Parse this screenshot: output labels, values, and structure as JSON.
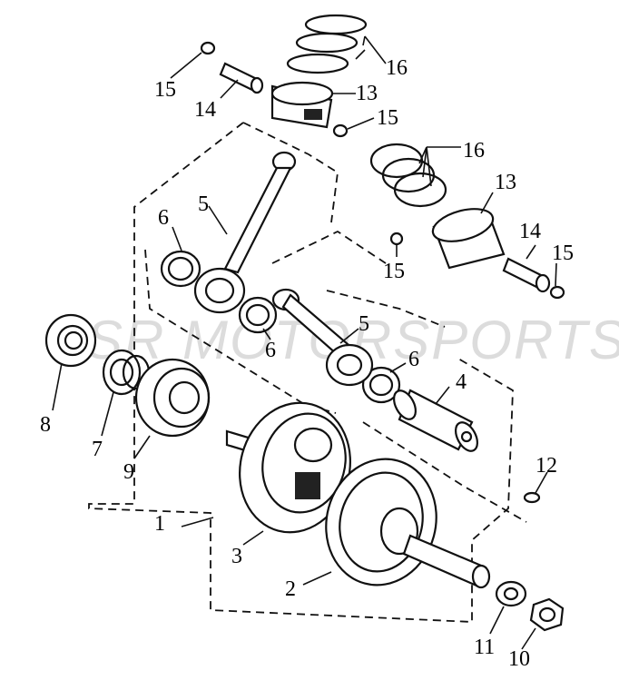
{
  "watermark": "SR MOTORSPORTS",
  "callouts": {
    "c1": "1",
    "c2": "2",
    "c3": "3",
    "c4": "4",
    "c5a": "5",
    "c5b": "5",
    "c6a": "6",
    "c6b": "6",
    "c6c": "6",
    "c7": "7",
    "c8": "8",
    "c9": "9",
    "c10": "10",
    "c11": "11",
    "c12": "12",
    "c13a": "13",
    "c13b": "13",
    "c14a": "14",
    "c14b": "14",
    "c15a": "15",
    "c15b": "15",
    "c15c": "15",
    "c15d": "15",
    "c16a": "16",
    "c16b": "16"
  }
}
